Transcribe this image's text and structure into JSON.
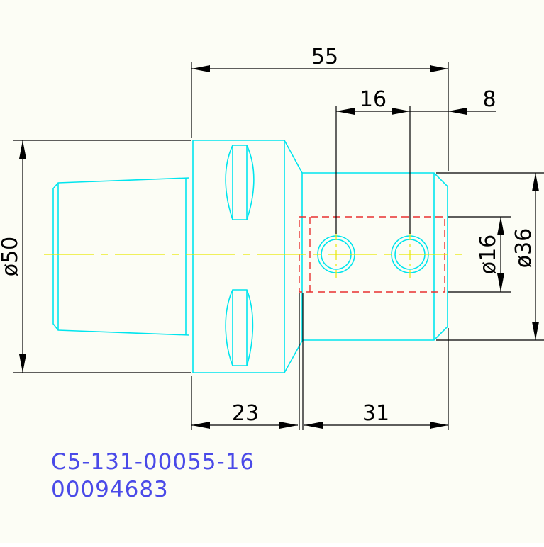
{
  "dimensions": {
    "overall_length": "55",
    "hole_pitch": "16",
    "hole_offset": "8",
    "diameter_left": "ø50",
    "diameter_bore": "ø16",
    "diameter_shank": "ø36",
    "length_collar": "23",
    "length_shank": "31"
  },
  "labels": {
    "part_number": "C5-131-00055-16",
    "serial": "00094683"
  },
  "colors": {
    "outline": "#00e5ee",
    "centerline": "#e8e800",
    "hidden": "#e83030",
    "dimension": "#000000",
    "label": "#4a4ae8",
    "background": "#fcfdf5"
  }
}
